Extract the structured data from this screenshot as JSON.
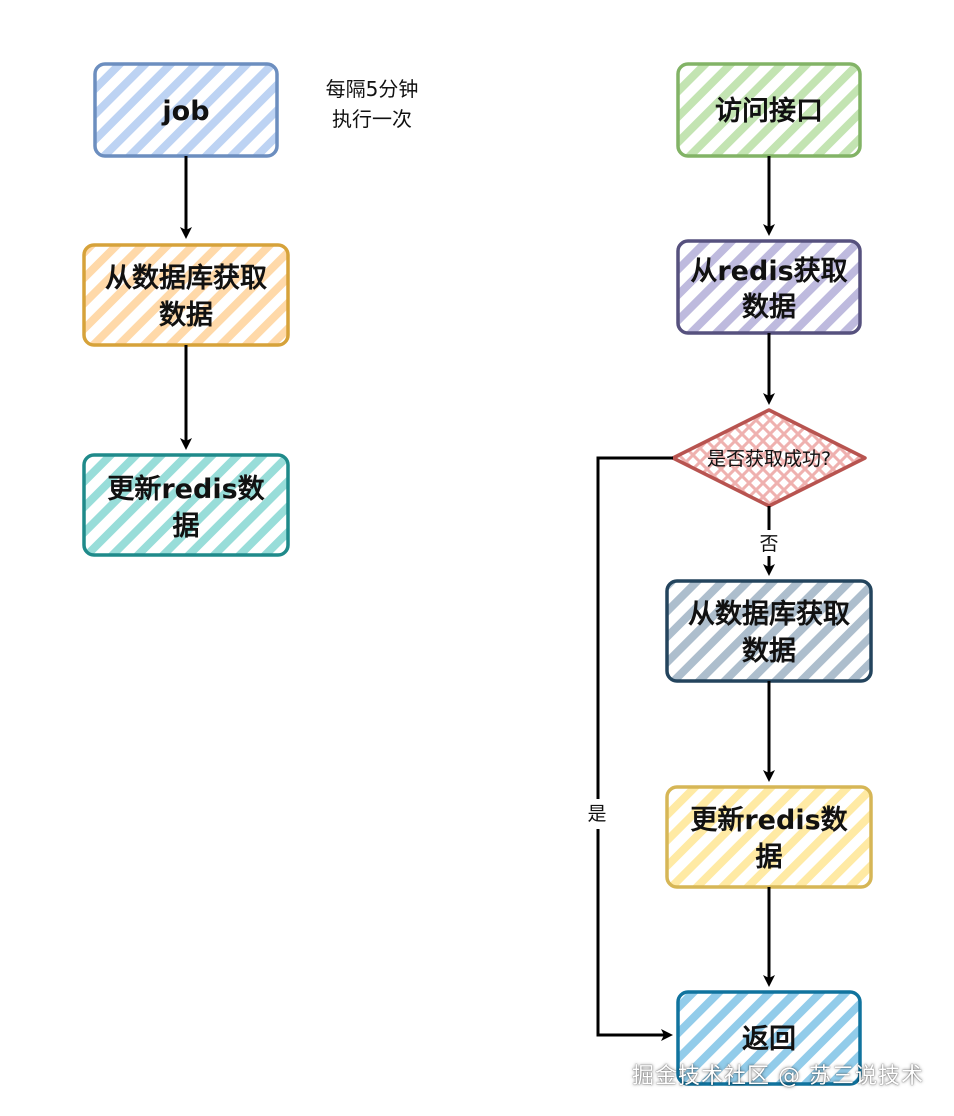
{
  "left_flow": {
    "job": {
      "label": "job",
      "stroke": "#6c8ebf",
      "fill": "#a7c4ee"
    },
    "note": {
      "line1": "每隔5分钟",
      "line2": "执行一次"
    },
    "fetch_db": {
      "line1": "从数据库获取",
      "line2": "数据",
      "stroke": "#d6a23a",
      "fill": "#ffd39a"
    },
    "update_redis": {
      "line1": "更新redis数",
      "line2": "据",
      "stroke": "#1f8a8a",
      "fill": "#86d7d3"
    }
  },
  "right_flow": {
    "access_api": {
      "label": "访问接口",
      "stroke": "#82b366",
      "fill": "#b9e0a5"
    },
    "fetch_redis": {
      "line1": "从redis获取",
      "line2": "数据",
      "stroke": "#56517e",
      "fill": "#b3aed9"
    },
    "decision": {
      "label": "是否获取成功?",
      "stroke": "#b85450",
      "fill": "#f0a9a7"
    },
    "no_label": "否",
    "yes_label": "是",
    "fetch_db": {
      "line1": "从数据库获取",
      "line2": "数据",
      "stroke": "#23445d",
      "fill": "#9fb3c4"
    },
    "update_redis": {
      "line1": "更新redis数",
      "line2": "据",
      "stroke": "#d6b656",
      "fill": "#ffe99a"
    },
    "return": {
      "label": "返回",
      "stroke": "#10739e",
      "fill": "#7fc3e6"
    }
  },
  "watermark": "掘金技术社区 @ 苏三说技术"
}
